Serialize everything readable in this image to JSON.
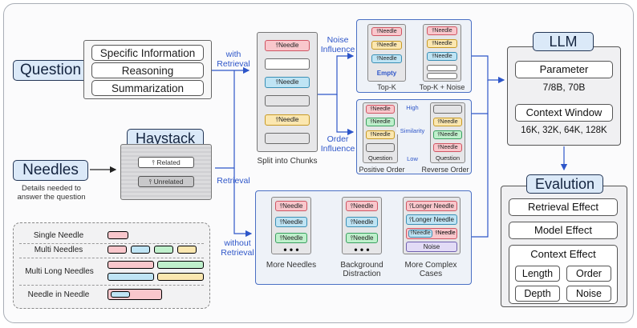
{
  "question": {
    "title": "Question",
    "options": [
      "Specific Information",
      "Reasoning",
      "Summarization"
    ]
  },
  "haystack": {
    "title": "Haystack",
    "related": "Related",
    "unrelated": "Unrelated"
  },
  "needles": {
    "title": "Needles",
    "desc_line1": "Details needed to",
    "desc_line2": "answer the question"
  },
  "labels": {
    "with_retrieval_1": "with",
    "with_retrieval_2": "Retrieval",
    "retrieval": "Retrieval",
    "without_retrieval_1": "without",
    "without_retrieval_2": "Retrieval",
    "split_into_chunks": "Split into Chunks",
    "noise_influence_1": "Noise",
    "noise_influence_2": "Influence",
    "order_influence_1": "Order",
    "order_influence_2": "Influence"
  },
  "needle_label": "Needle",
  "noise_panel": {
    "empty": "Empty",
    "topk": "Top-K",
    "topk_noise": "Top-K + Noise"
  },
  "order_panel": {
    "question": "Question",
    "high": "High",
    "low": "Low",
    "similarity": "Similarity",
    "positive": "Positive Order",
    "reverse": "Reverse Order"
  },
  "bottom_panel": {
    "dots": "• • •",
    "more_needles": "More Needles",
    "background_1": "Background",
    "background_2": "Distraction",
    "complex_1": "More Complex",
    "complex_2": "Cases",
    "longer_needle": "Longer Needle",
    "noise": "Noise"
  },
  "llm": {
    "title": "LLM",
    "parameter": "Parameter",
    "param_values": "7/8B, 70B",
    "context_window": "Context Window",
    "ctx_values": "16K, 32K, 64K, 128K"
  },
  "evaluation": {
    "title": "Evalution",
    "retrieval_effect": "Retrieval Effect",
    "model_effect": "Model Effect",
    "context_effect": "Context Effect",
    "length": "Length",
    "order": "Order",
    "depth": "Depth",
    "noise": "Noise"
  },
  "legend": {
    "single": "Single Needle",
    "multi": "Multi Needles",
    "multi_long": "Multi Long Needles",
    "needle_in_needle": "Needle in Needle"
  },
  "colors": {
    "red": "#f9c7cc",
    "blue": "#bfe4f4",
    "green": "#bff0cc",
    "yellow": "#fbe7b0",
    "arrow": "#2e56c9"
  }
}
